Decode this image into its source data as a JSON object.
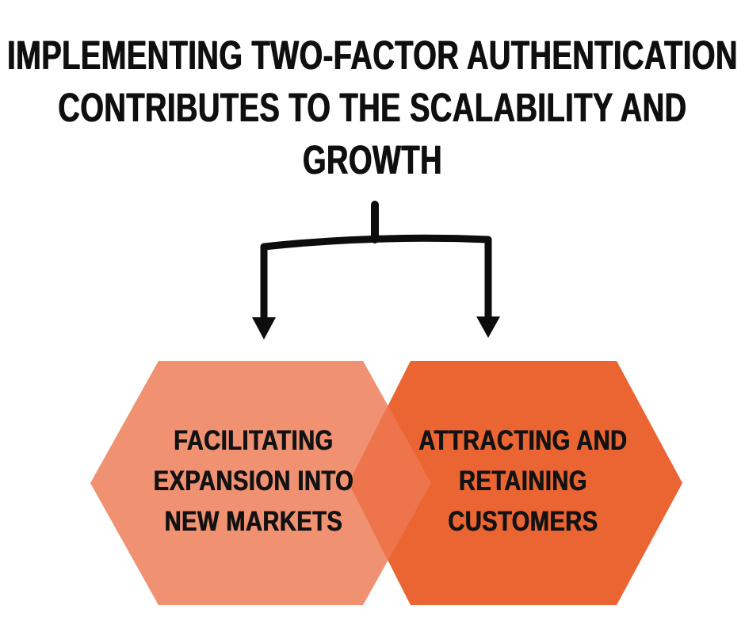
{
  "title": {
    "lines": [
      "IMPLEMENTING TWO-FACTOR AUTHENTICATION",
      "CONTRIBUTES TO THE SCALABILITY AND",
      "GROWTH"
    ]
  },
  "connector": {
    "type": "branching-arrows",
    "branches": 2,
    "color": "#0d0d0d"
  },
  "hexagons": [
    {
      "id": "left",
      "fill": "#F09172",
      "lines": [
        "FACILITATING",
        "EXPANSION INTO",
        "NEW MARKETS"
      ]
    },
    {
      "id": "right",
      "fill": "#EB6533",
      "lines": [
        "ATTRACTING AND",
        "RETAINING",
        "CUSTOMERS"
      ]
    }
  ],
  "colors": {
    "background": "#FFFFFF",
    "text": "#0F0F0F",
    "hexagon_left": "#F09172",
    "hexagon_right": "#EB6533",
    "hexagon_overlap": "#EE744C",
    "line": "#0D0D0D"
  }
}
